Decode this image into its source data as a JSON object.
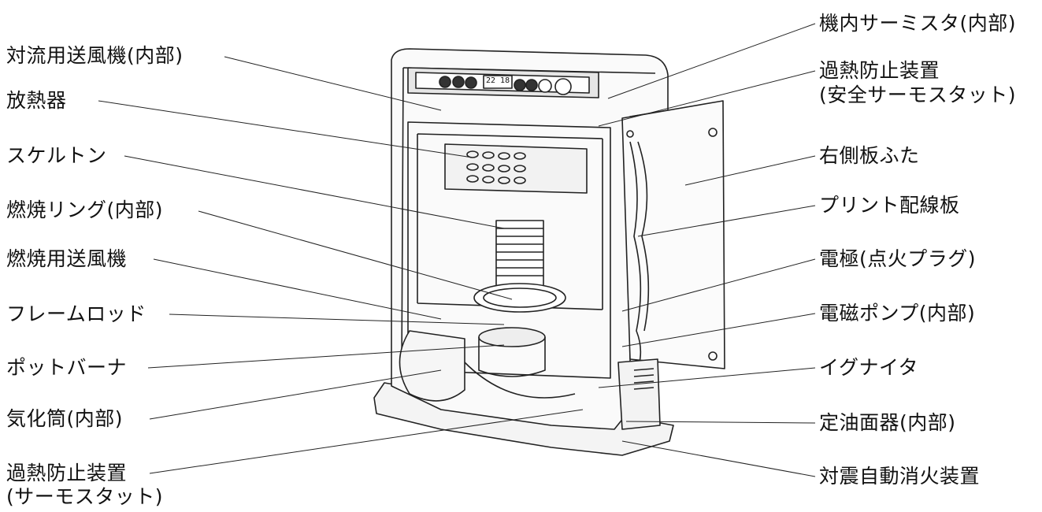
{
  "left_labels": [
    {
      "id": "convection-fan",
      "lines": [
        "対流用送風機(内部)"
      ]
    },
    {
      "id": "radiator",
      "lines": [
        "放熱器"
      ]
    },
    {
      "id": "skeleton",
      "lines": [
        "スケルトン"
      ]
    },
    {
      "id": "combustion-ring",
      "lines": [
        "燃焼リング(内部)"
      ]
    },
    {
      "id": "combustion-fan",
      "lines": [
        "燃焼用送風機"
      ]
    },
    {
      "id": "flame-rod",
      "lines": [
        "フレームロッド"
      ]
    },
    {
      "id": "pot-burner",
      "lines": [
        "ポットバーナ"
      ]
    },
    {
      "id": "vaporizer-tube",
      "lines": [
        "気化筒(内部)"
      ]
    },
    {
      "id": "overheat-thermostat",
      "lines": [
        "過熱防止装置",
        "(サーモスタット)"
      ]
    }
  ],
  "right_labels": [
    {
      "id": "internal-thermistor",
      "lines": [
        "機内サーミスタ(内部)"
      ]
    },
    {
      "id": "overheat-safety-thermostat",
      "lines": [
        "過熱防止装置",
        "(安全サーモスタット)"
      ]
    },
    {
      "id": "right-side-cover",
      "lines": [
        "右側板ふた"
      ]
    },
    {
      "id": "printed-wiring-board",
      "lines": [
        "プリント配線板"
      ]
    },
    {
      "id": "electrode",
      "lines": [
        "電極(点火プラグ)"
      ]
    },
    {
      "id": "solenoid-pump",
      "lines": [
        "電磁ポンプ(内部)"
      ]
    },
    {
      "id": "igniter",
      "lines": [
        "イグナイタ"
      ]
    },
    {
      "id": "constant-oil-level-device",
      "lines": [
        "定油面器(内部)"
      ]
    },
    {
      "id": "earthquake-extinguisher",
      "lines": [
        "対震自動消火装置"
      ]
    }
  ],
  "control_panel": {
    "display_digits": "22 18"
  }
}
